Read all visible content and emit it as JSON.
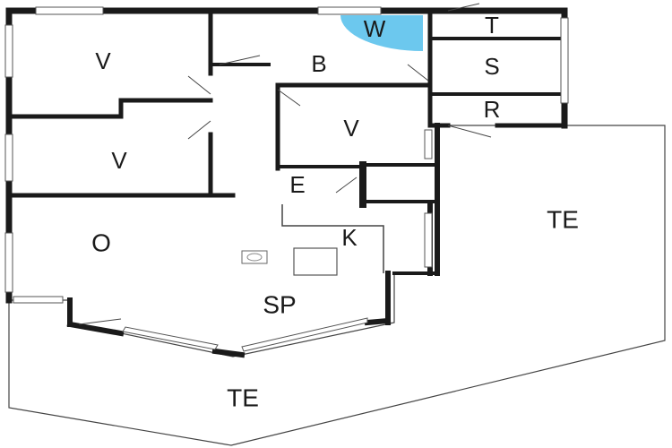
{
  "rooms": {
    "v1": "V",
    "v2": "V",
    "v3": "V",
    "b": "B",
    "w": "W",
    "t": "T",
    "s": "S",
    "r": "R",
    "e": "E",
    "k": "K",
    "o": "O",
    "sp": "SP",
    "te_right": "TE",
    "te_bottom": "TE"
  },
  "colors": {
    "shower_area": "#6cc8ee",
    "wall": "#1a1a1a"
  },
  "icons": {
    "stove": "stove-icon",
    "table": "table-icon"
  }
}
